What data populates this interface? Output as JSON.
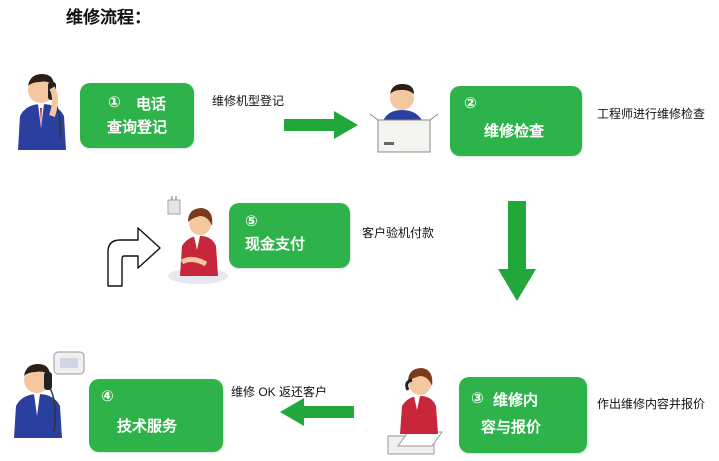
{
  "title": "维修流程：",
  "steps": [
    {
      "num": "①",
      "line1": "电话",
      "line2": "查询登记"
    },
    {
      "num": "②",
      "line1": "维修检查"
    },
    {
      "num": "③",
      "line1": "维修内",
      "line2": "容与报价"
    },
    {
      "num": "④",
      "line1": "技术服务"
    },
    {
      "num": "⑤",
      "line1": "现金支付"
    }
  ],
  "notes": {
    "step1": "维修机型登记",
    "step2": "工程师进行维修检查",
    "step3": "作出维修内容并报价",
    "step4": "维修 OK 返还客户",
    "step5": "客户验机付款"
  },
  "colors": {
    "step_box": "#2db34a",
    "arrow": "#22a83a"
  }
}
